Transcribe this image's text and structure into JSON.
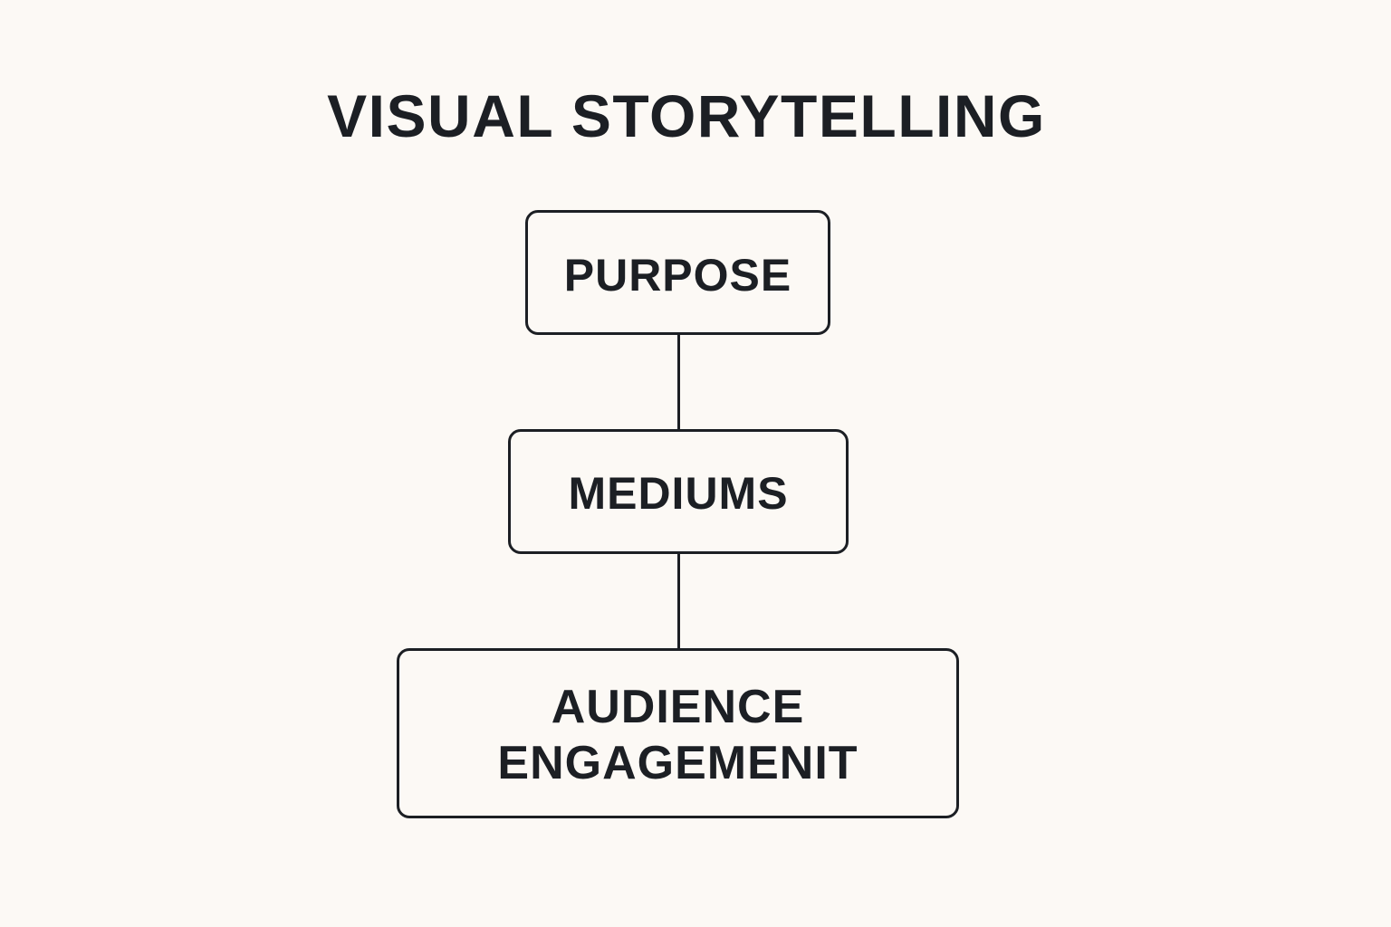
{
  "diagram": {
    "title": "VISUAL STORYTELLING",
    "nodes": [
      {
        "id": "purpose",
        "lines": [
          "PURPOSE"
        ]
      },
      {
        "id": "mediums",
        "lines": [
          "MEDIUMS"
        ]
      },
      {
        "id": "audience-engagement",
        "lines": [
          "AUDIENCE",
          "ENGAGEMENIT"
        ]
      }
    ],
    "edges": [
      {
        "from": "purpose",
        "to": "mediums"
      },
      {
        "from": "mediums",
        "to": "audience-engagement"
      }
    ],
    "colors": {
      "background": "#fcf9f5",
      "ink": "#1c1f24"
    }
  }
}
